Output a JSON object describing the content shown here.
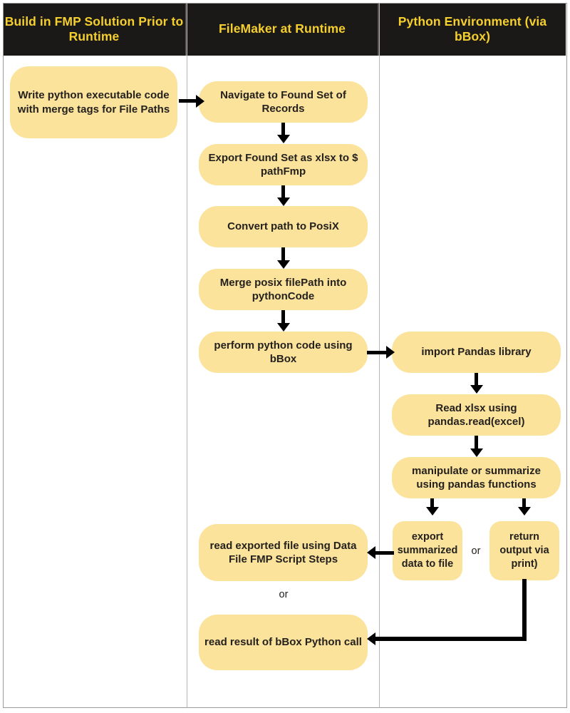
{
  "diagram": {
    "title_columns": [
      {
        "id": "col-build-fmp",
        "label": "Build in FMP Solution\nPrior to Runtime"
      },
      {
        "id": "col-filemaker-runtime",
        "label": "FileMaker at Runtime"
      },
      {
        "id": "col-python-env",
        "label": "Python Environment\n(via bBox)"
      }
    ],
    "colors": {
      "header_bg": "#1b1917",
      "header_text": "#f5cf2e",
      "node_bg": "#fbe39c",
      "node_text": "#24211e",
      "connector": "#000000",
      "divider": "#b5b5b5",
      "page_bg": "#ffffff"
    },
    "nodes": {
      "write_python_code": "Write python executable code with merge tags for File Paths",
      "navigate_found_set": "Navigate to Found Set of Records",
      "export_found_set": "Export Found Set as xlsx to $ pathFmp",
      "convert_path_posix": "Convert path to PosiX",
      "merge_posix_filepath": "Merge posix filePath into pythonCode",
      "perform_python_bbox": "perform python code using bBox",
      "import_pandas": "import Pandas library",
      "read_xlsx": "Read xlsx using pandas.read(excel)",
      "manipulate_summarize": "manipulate or summarize using pandas functions",
      "export_summarized": "export summarized data to file",
      "return_output_print": "return output via print)",
      "read_exported_file": "read exported file using Data File FMP Script Steps",
      "read_result_bbox": "read result of bBox Python call"
    },
    "labels": {
      "or_branch_python": "or",
      "or_branch_fmp": "or"
    }
  }
}
